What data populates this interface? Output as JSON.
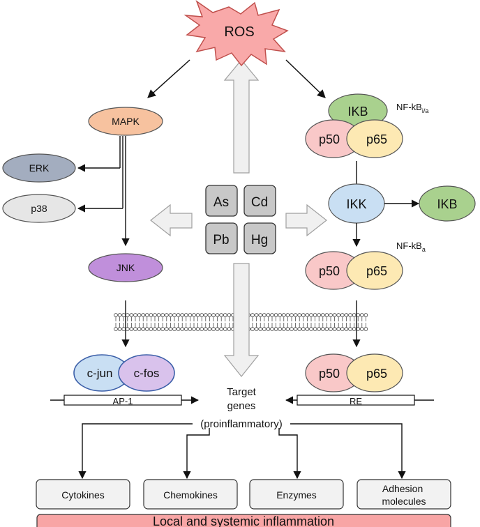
{
  "ros": "ROS",
  "mapk": "MAPK",
  "erk": "ERK",
  "p38": "p38",
  "jnk": "JNK",
  "metals": [
    "As",
    "Cd",
    "Pb",
    "Hg"
  ],
  "nfkb_ia": {
    "base": "NF-kB",
    "sub": "i/a"
  },
  "nfkb_a": {
    "base": "NF-kB",
    "sub": "a"
  },
  "ikb": "IKB",
  "ikb_released": "IKB",
  "p50": "p50",
  "p65": "p65",
  "ikk": "IKK",
  "cjun": "c-jun",
  "cfos": "c-fos",
  "ap1": "AP-1",
  "re": "RE",
  "target": [
    "Target",
    "genes",
    "(proinflammatory)"
  ],
  "outputs": [
    "Cytokines",
    "Chemokines",
    "Enzymes",
    "Adhesion molecules"
  ],
  "inflammation": "Local and systemic inflammation",
  "colors": {
    "ros": "#f9a9a9",
    "mapk": "#f7c29f",
    "erk": "#a3adbf",
    "p38": "#e6e6e6",
    "jnk": "#c08fdb",
    "ikb": "#a9d18e",
    "p50": "#f9c8c8",
    "p65": "#fde9b3",
    "ikk": "#c9dff3",
    "cjun": "#c9dff3",
    "cfos": "#d9c2ec",
    "metal": "#c8c8c8",
    "bigArrow": "#f0f0f0",
    "outputBox": "#f2f2f2",
    "inflammation": "#f8a5a5"
  }
}
